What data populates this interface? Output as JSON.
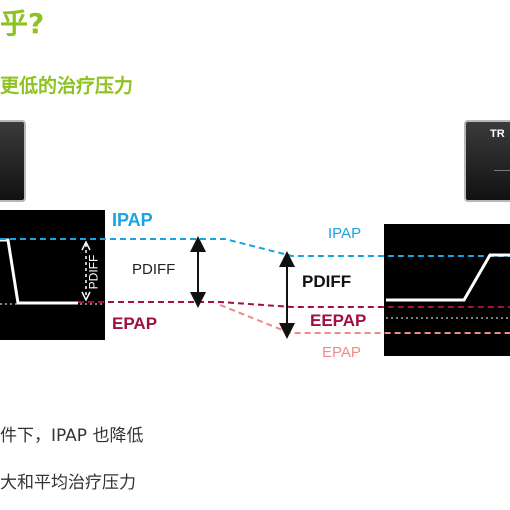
{
  "slide": {
    "title": "乎?",
    "subtitle": "更低的治疗压力",
    "bullets": [
      "件下，IPAP 也降低",
      "大和平均治疗压力"
    ]
  },
  "diagram": {
    "left": {
      "ipap_label": "IPAP",
      "pdiff_label": "PDIFF",
      "pdiff_vertical_label": "PDIFF",
      "epap_label": "EPAP"
    },
    "right": {
      "ipap_label": "IPAP",
      "pdiff_label": "PDIFF",
      "eepap_label": "EEPAP",
      "epap_label": "EPAP",
      "button_label": "TR"
    },
    "colors": {
      "title_green": "#8dc21f",
      "ipap_blue": "#1aa3e0",
      "epap_red": "#a01040",
      "epap_pink": "#f08a8a",
      "screen_black": "#000000"
    }
  }
}
